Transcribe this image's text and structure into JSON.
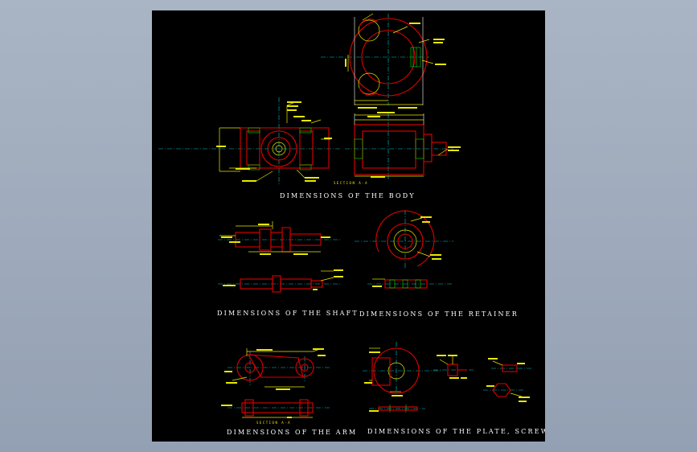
{
  "titles": {
    "body": "DIMENSIONS OF THE BODY",
    "shaft": "DIMENSIONS OF THE SHAFT",
    "retainer": "DIMENSIONS OF THE RETAINER",
    "arm": "DIMENSIONS OF THE ARM",
    "plate": "DIMENSIONS OF THE PLATE, SCREW, NUT"
  },
  "section_labels": {
    "body_section": "SECTION A-A",
    "arm_section": "SECTION A-A"
  },
  "colors": {
    "background": "#9eaabb",
    "sheet": "#000000",
    "geometry": "#e00000",
    "dimensions": "#e8e800",
    "centerlines": "#00c8c8",
    "hatch": "#00e000",
    "titles": "#ffffff"
  }
}
